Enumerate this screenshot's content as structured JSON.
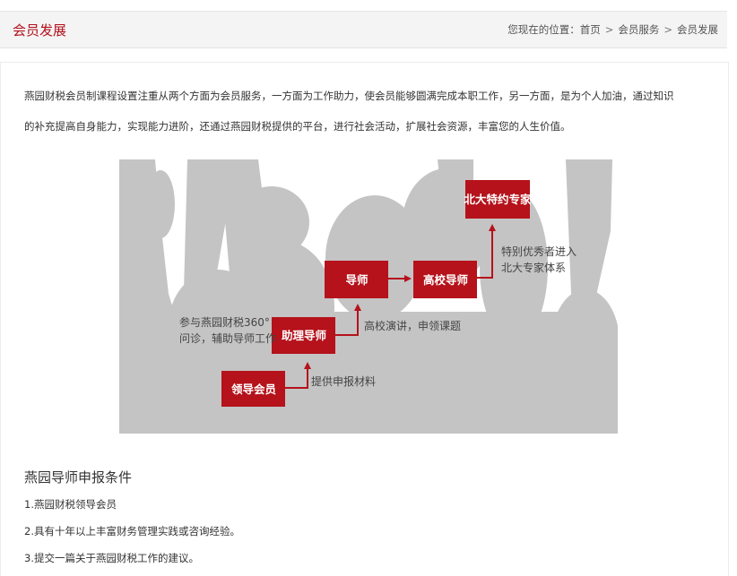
{
  "header": {
    "title": "会员发展",
    "breadcrumb": {
      "prefix": "您现在的位置：",
      "items": [
        "首页",
        "会员服务",
        "会员发展"
      ],
      "separator": ">"
    }
  },
  "intro": {
    "line1": "燕园财税会员制课程设置注重从两个方面为会员服务，一方面为工作助力，使会员能够圆满完成本职工作，另一方面，是为个人加油，通过知识",
    "line2": "的补充提高自身能力，实现能力进阶，还通过燕园财税提供的平台，进行社会活动，扩展社会资源，丰富您的人生价值。"
  },
  "diagram": {
    "colors": {
      "box": "#b5121b",
      "silhouette": "#c4c4c4",
      "arrow": "#b5121b"
    },
    "boxes": {
      "leader_member": "领导会员",
      "assistant_mentor": "助理导师",
      "mentor": "导师",
      "university_mentor": "高校导师",
      "pku_expert": "北大特约专家"
    },
    "notes": {
      "submit_materials": "提供申报材料",
      "participate_line1": "参与燕园财税360°",
      "participate_line2": "问诊，辅助导师工作",
      "lecture": "高校演讲，申领课题",
      "special_line1": "特别优秀者进入",
      "special_line2": "北大专家体系"
    }
  },
  "requirements": {
    "title": "燕园导师申报条件",
    "items": [
      "1.燕园财税领导会员",
      "2.具有十年以上丰富财务管理实践或咨询经验。",
      "3.提交一篇关于燕园财税工作的建议。"
    ]
  }
}
